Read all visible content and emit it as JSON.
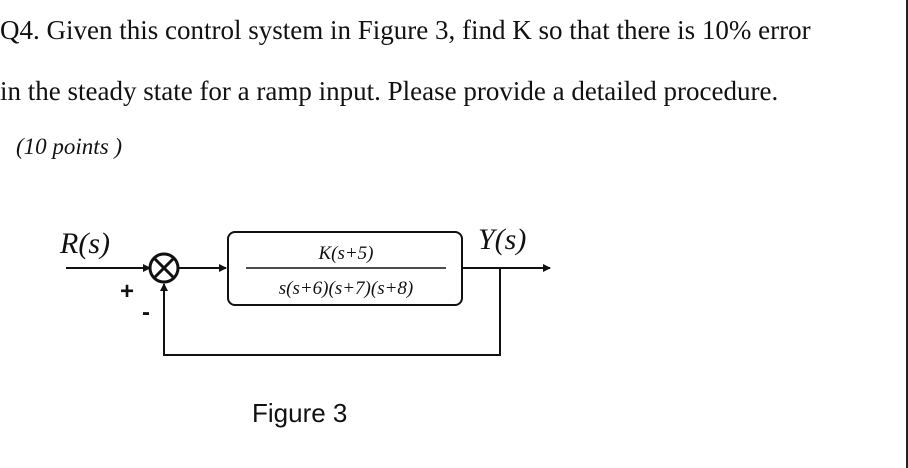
{
  "question": {
    "line1": "Q4.  Given this control system in Figure 3, find K so that there is 10% error",
    "line2": "in the steady state for a ramp input.  Please provide a detailed procedure.",
    "points": "(10 points )"
  },
  "diagram": {
    "input_label": "R(s)",
    "output_label": "Y(s)",
    "plus_sign": "+",
    "minus_sign": "-",
    "numerator": "K(s+5)",
    "denominator": "s(s+6)(s+7)(s+8)"
  },
  "figure_caption": "Figure 3"
}
